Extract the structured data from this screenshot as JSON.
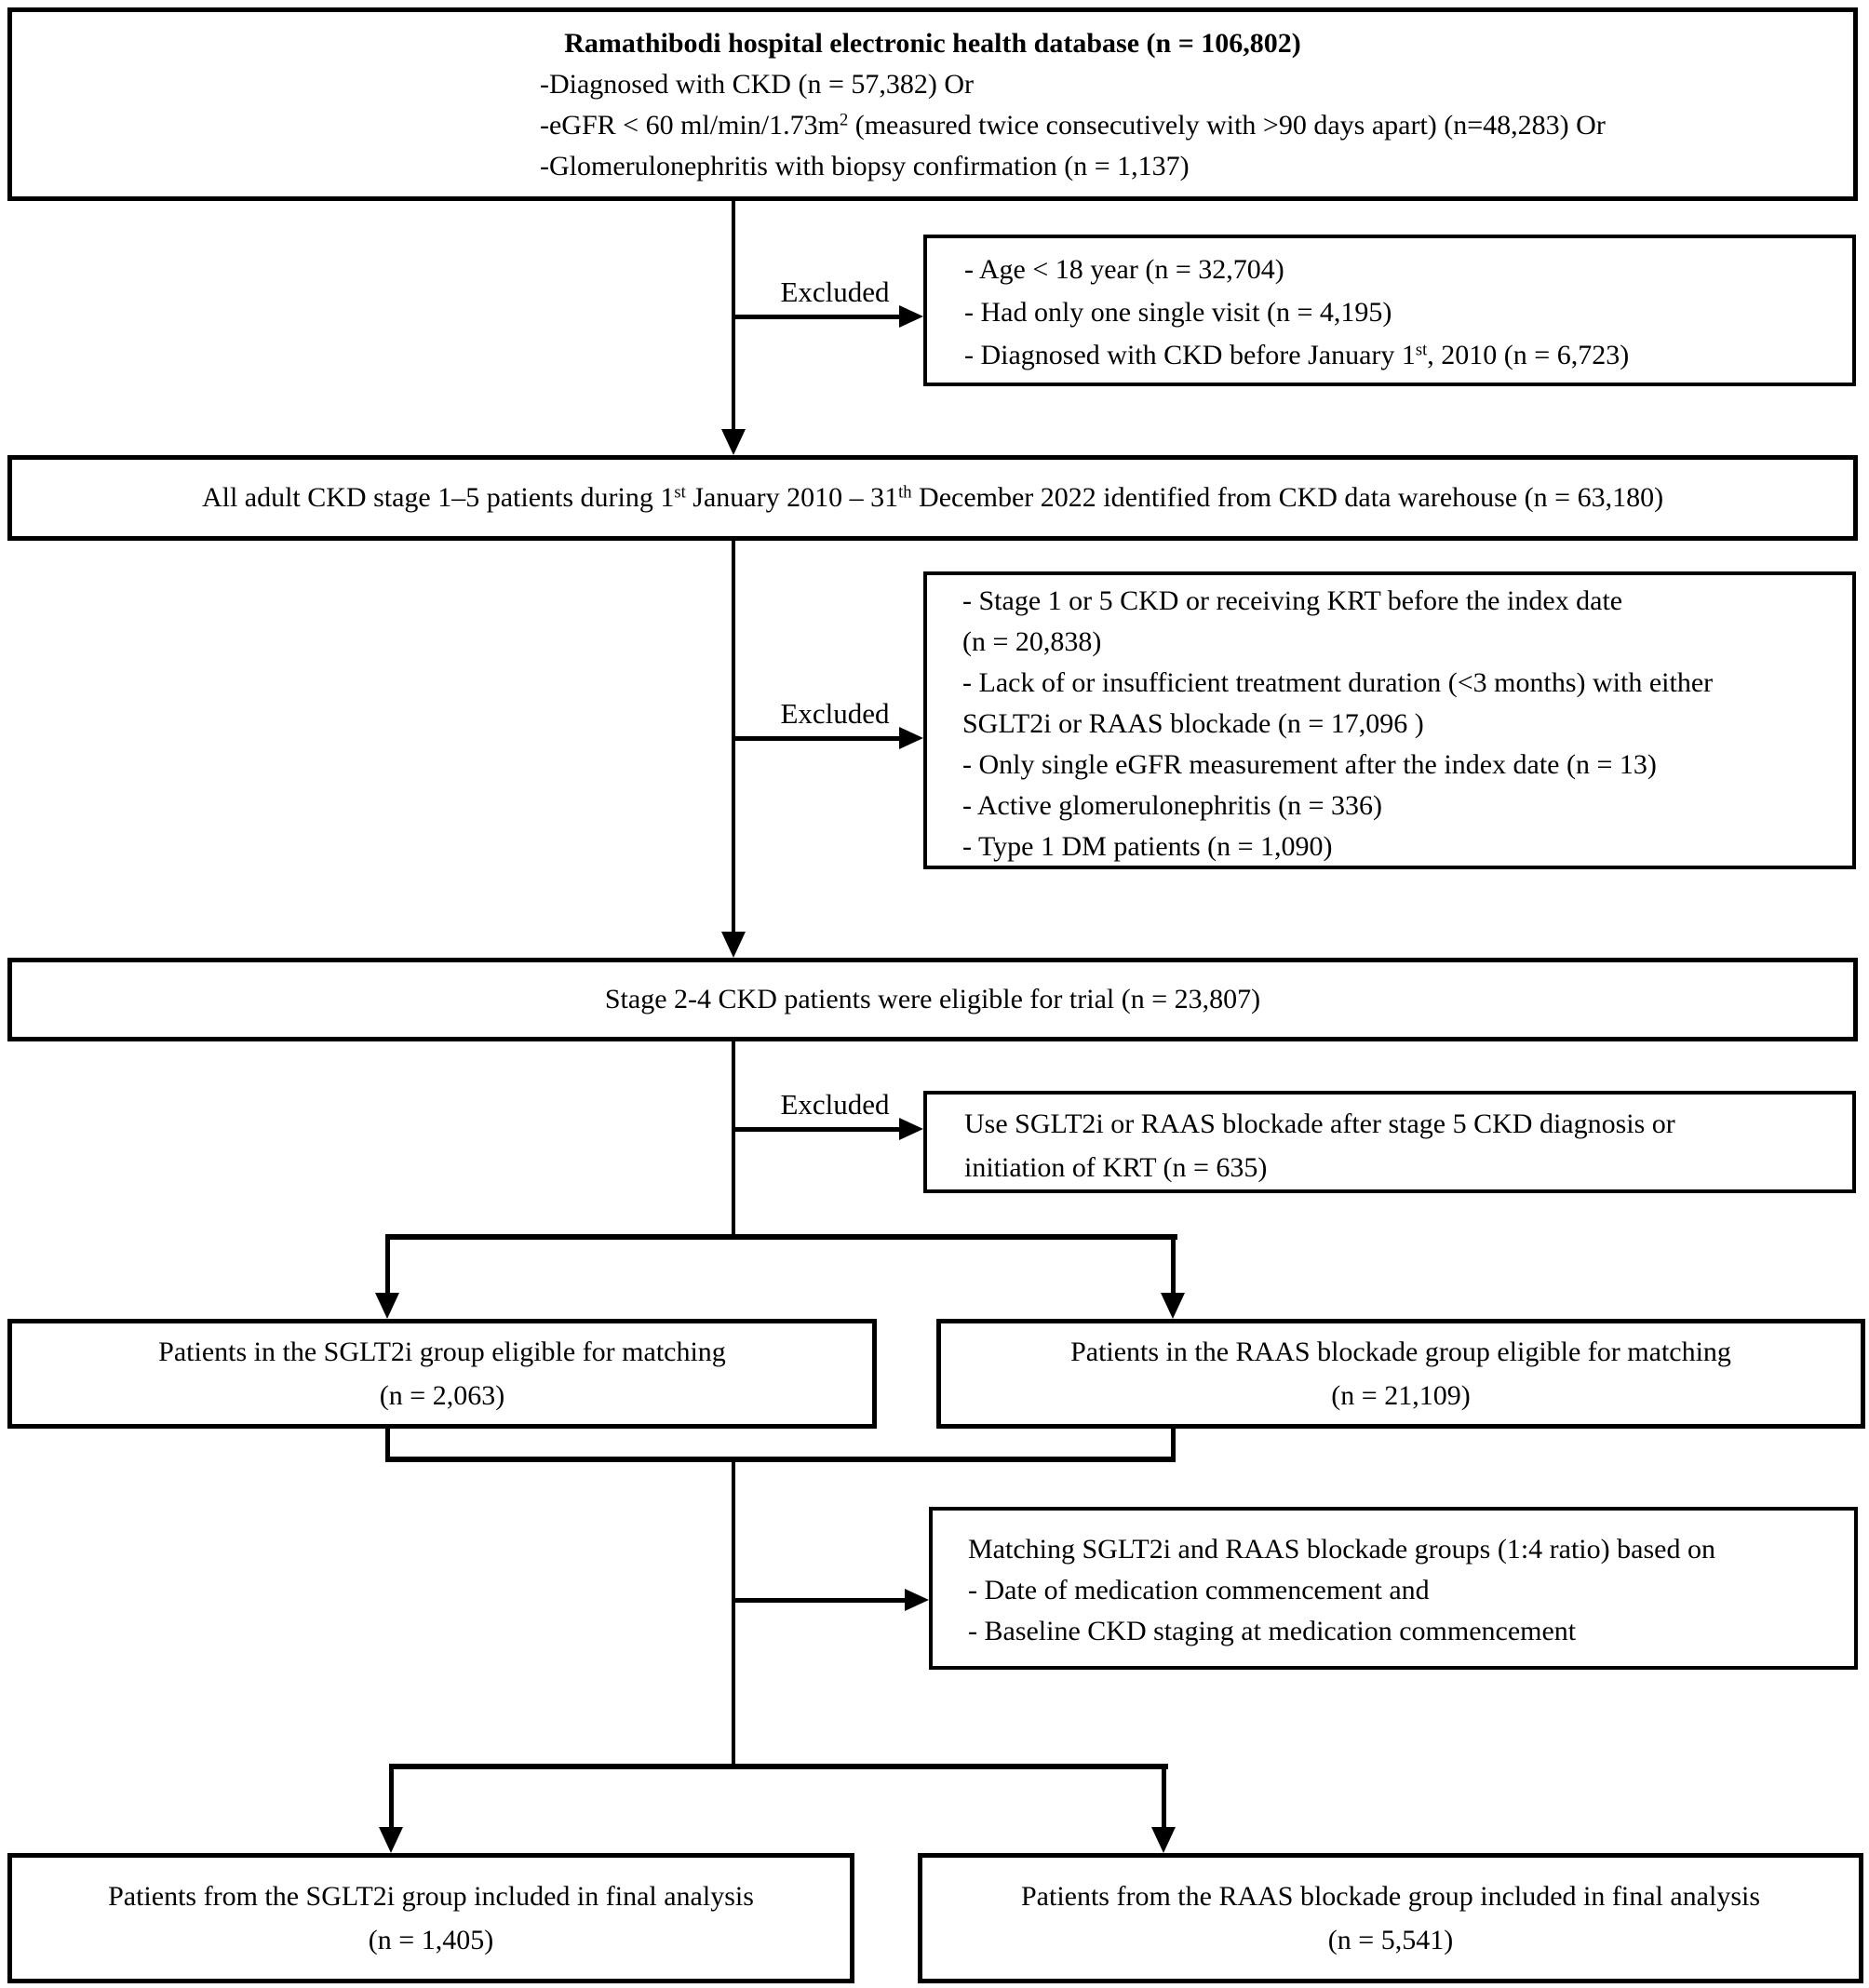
{
  "colors": {
    "ink": "#000000",
    "paper": "#ffffff"
  },
  "source_box": {
    "title": "Ramathibodi hospital electronic health database (n = 106,802)",
    "line1": "-Diagnosed with CKD (n = 57,382) Or",
    "line2_pre": "-eGFR < 60 ml/min/1.73m",
    "line2_sup": "2",
    "line2_post": " (measured twice consecutively with >90 days apart) (n=48,283) Or",
    "line3": "-Glomerulonephritis with biopsy confirmation (n = 1,137)"
  },
  "excluded1": {
    "label": "Excluded",
    "line1": "- Age < 18 year (n = 32,704)",
    "line2": "- Had only one single visit (n = 4,195)",
    "line3_pre": "- Diagnosed with CKD before January 1",
    "line3_sup": "st",
    "line3_post": ", 2010 (n = 6,723)"
  },
  "warehouse_box": {
    "pre": "All adult CKD stage 1–5 patients during 1",
    "sup1": "st",
    "mid": " January 2010 – 31",
    "sup2": "th",
    "post": " December 2022 identified from CKD data warehouse (n = 63,180)"
  },
  "excluded2": {
    "label": "Excluded",
    "lines": [
      "- Stage 1 or 5 CKD or receiving KRT before the index date",
      "(n = 20,838)",
      "- Lack of or insufficient treatment duration (<3 months) with either",
      "SGLT2i or RAAS blockade (n = 17,096 )",
      "- Only single eGFR measurement after the index date (n = 13)",
      "- Active glomerulonephritis (n = 336)",
      "- Type 1 DM patients (n = 1,090)"
    ]
  },
  "eligible_box": {
    "text": "Stage 2-4 CKD patients were eligible for trial (n = 23,807)"
  },
  "excluded3": {
    "label": "Excluded",
    "lines": [
      "Use SGLT2i or RAAS blockade after stage 5 CKD diagnosis or",
      "initiation of KRT (n = 635)"
    ]
  },
  "sglt2i_eligible": {
    "line1": "Patients in the SGLT2i group eligible for matching",
    "line2": "(n = 2,063)"
  },
  "raas_eligible": {
    "line1": "Patients in the RAAS blockade group eligible for matching",
    "line2": "(n = 21,109)"
  },
  "matching_box": {
    "lines": [
      "Matching SGLT2i and RAAS blockade groups (1:4 ratio) based on",
      "- Date of medication commencement and",
      "- Baseline CKD staging at medication commencement"
    ]
  },
  "sglt2i_final": {
    "line1": "Patients from the SGLT2i group included in final analysis",
    "line2": "(n = 1,405)"
  },
  "raas_final": {
    "line1": "Patients from the RAAS blockade group included in final analysis",
    "line2": "(n = 5,541)"
  }
}
